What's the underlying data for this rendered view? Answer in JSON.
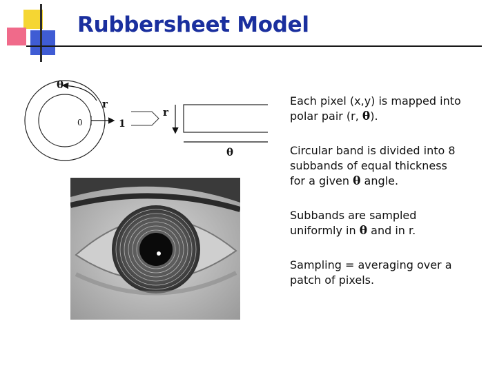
{
  "slide": {
    "title": "Rubbersheet Model",
    "colors": {
      "title": "#1a2f9e",
      "deco_yellow": "#f5d633",
      "deco_red": "#f06a8a",
      "deco_blue": "#3f5cd4"
    },
    "icon": "eye-photograph"
  },
  "diagram": {
    "label_theta_top": "θ",
    "label_r_circle": "r",
    "label_zero": "0",
    "label_one": "1",
    "label_r_rect": "r",
    "label_theta_bottom": "θ"
  },
  "bullets": {
    "p1_part1": "Each pixel (x,y) is mapped into\npolar pair (r, ",
    "p1_theta": "θ",
    "p1_part2": ").",
    "p2_part1": "Circular band is divided into 8\nsubbands of equal thickness\nfor a given ",
    "p2_theta": "θ",
    "p2_part2": " angle.",
    "p3_part1": "Subbands are sampled\nuniformly in ",
    "p3_theta": "θ",
    "p3_part2": " and in r.",
    "p4": "Sampling = averaging over a\npatch of pixels."
  }
}
